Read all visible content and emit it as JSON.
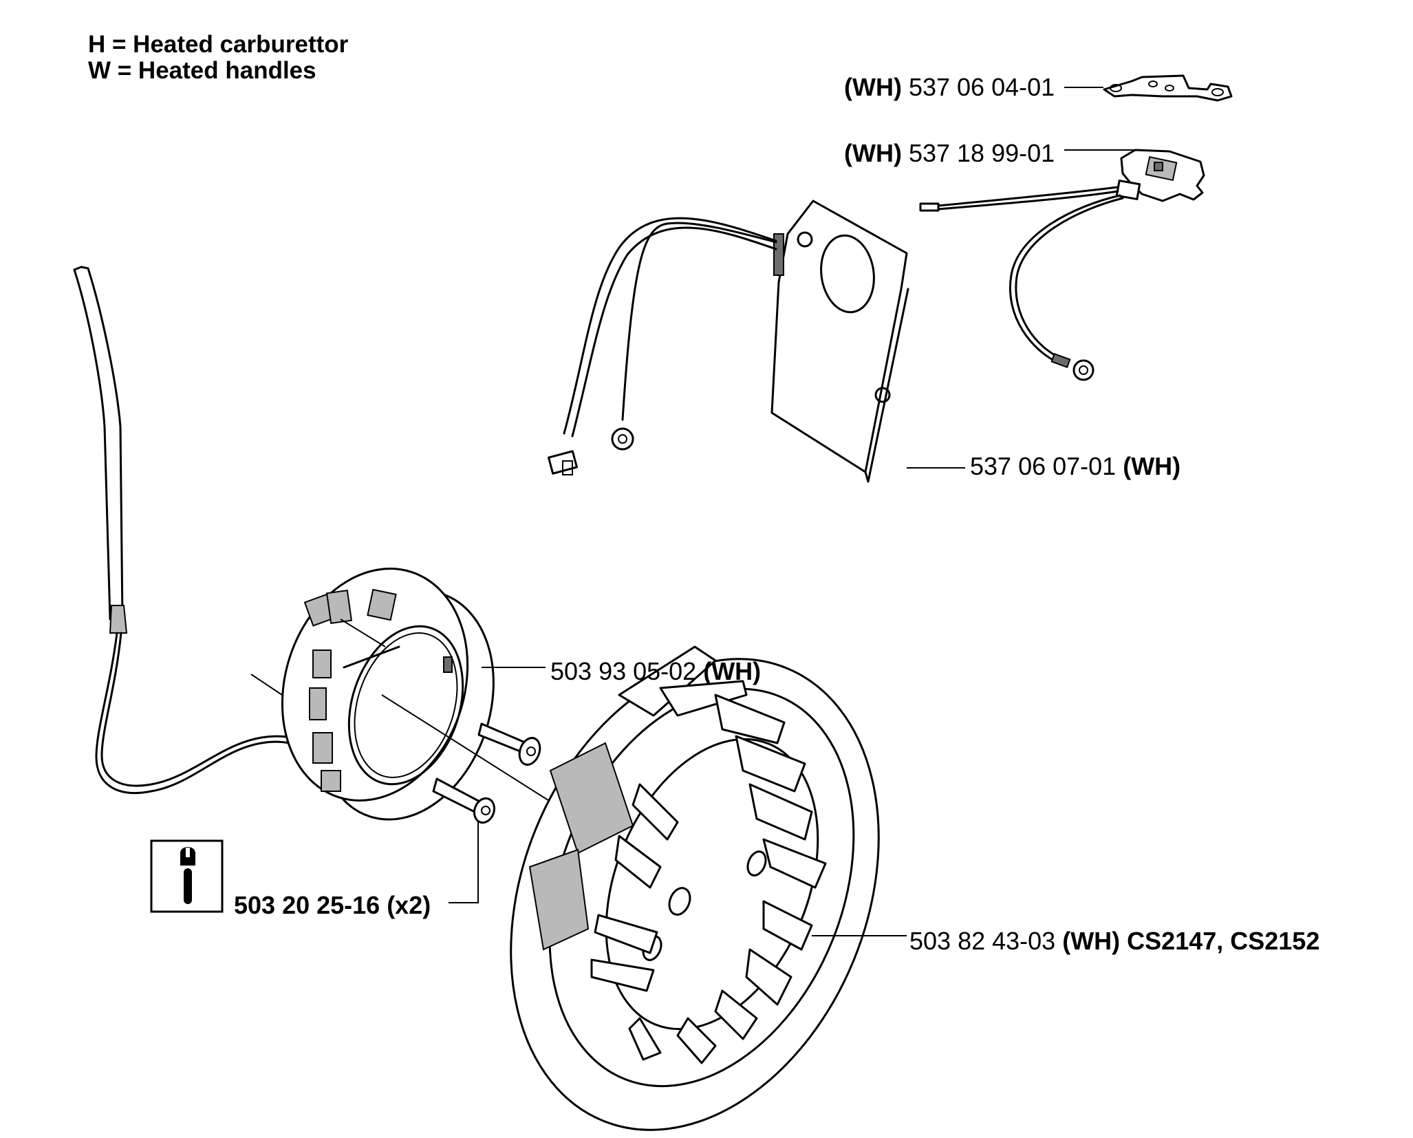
{
  "legend": {
    "line1": "H = Heated carburettor",
    "line2": "W = Heated handles"
  },
  "callouts": [
    {
      "id": "bracket",
      "prefix": "(WH)",
      "part": "537 06 04-01",
      "suffix": ""
    },
    {
      "id": "switch",
      "prefix": "(WH)",
      "part": "537 18 99-01",
      "suffix": ""
    },
    {
      "id": "gasket-heater",
      "prefix": "",
      "part": "537 06 07-01",
      "suffix": "(WH)"
    },
    {
      "id": "generator",
      "prefix": "",
      "part": "503 93 05-02",
      "suffix": "(WH)"
    },
    {
      "id": "flywheel",
      "prefix": "",
      "part": "503 82 43-03",
      "suffix": "(WH) CS2147, CS2152"
    },
    {
      "id": "screw",
      "prefix": "",
      "part": "503 20 25-16 (x2)",
      "suffix": ""
    }
  ],
  "tool_icon": "wrench-info-icon"
}
